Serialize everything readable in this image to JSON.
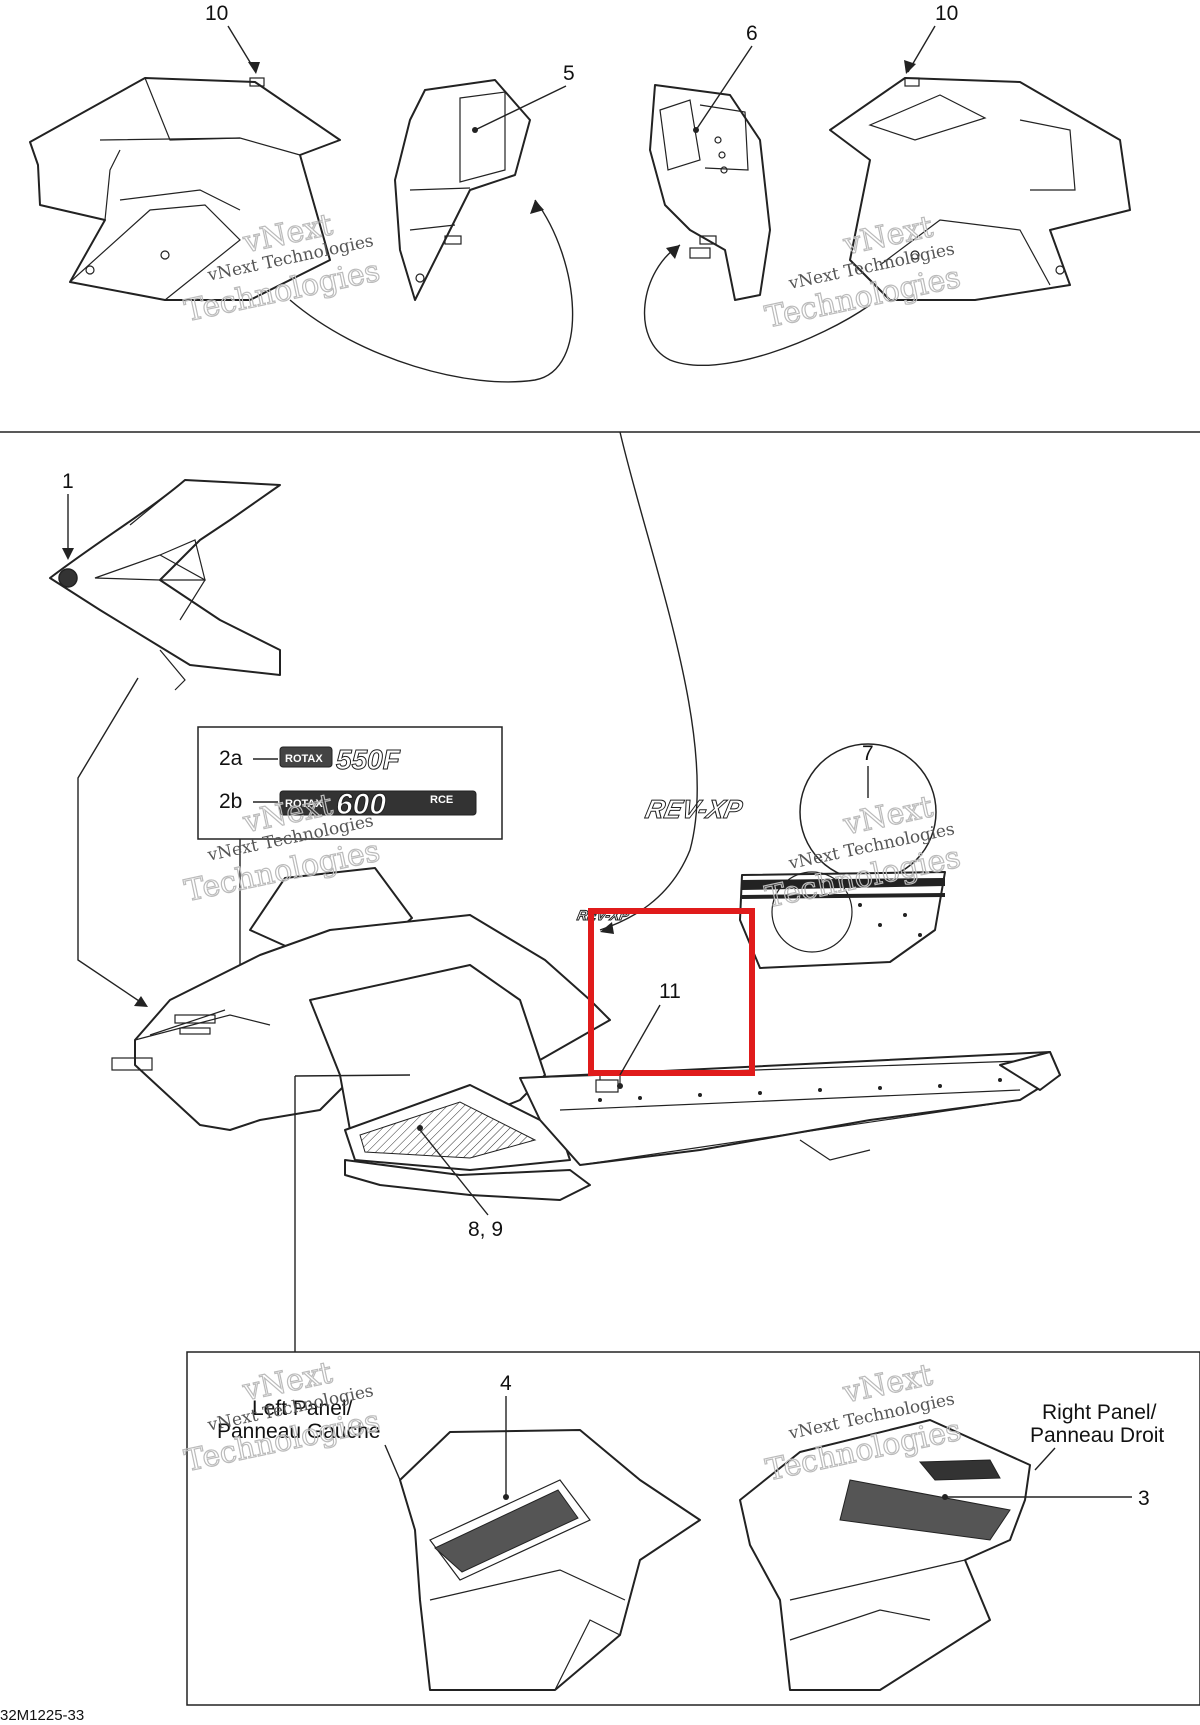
{
  "callouts": {
    "c1": "1",
    "c2a": "2a",
    "c2b": "2b",
    "c3": "3",
    "c4": "4",
    "c5": "5",
    "c6": "6",
    "c7": "7",
    "c8_9": "8, 9",
    "c10_left": "10",
    "c10_right": "10",
    "c11": "11"
  },
  "panels": {
    "left_en": "Left Panel/",
    "left_fr": "Panneau Gauche",
    "right_en": "Right Panel/",
    "right_fr": "Panneau Droit"
  },
  "decals": {
    "rotax": "ROTAX",
    "d550": "550F",
    "d600": "600",
    "d600_suffix": "RCE",
    "revxp": "REV-XP"
  },
  "watermark": {
    "line1": "vNext Technologies",
    "line2": "vNext",
    "line3": "Technologies"
  },
  "reference_code": "32M1225-33",
  "highlight_color": "#e01b1b"
}
